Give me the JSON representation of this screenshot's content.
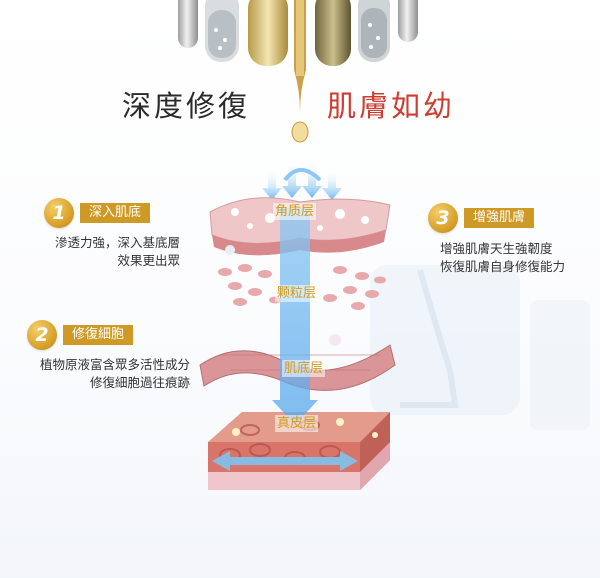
{
  "headline": {
    "left": "深度修復",
    "right": "肌膚如幼"
  },
  "callouts": [
    {
      "number": "1",
      "title": "深入肌底",
      "lines": [
        "滲透力強，深入基底層",
        "效果更出眾"
      ]
    },
    {
      "number": "2",
      "title": "修復細胞",
      "lines": [
        "植物原液富含眾多活性成分",
        "修復細胞過往痕跡"
      ]
    },
    {
      "number": "3",
      "title": "增強肌膚",
      "lines": [
        "增強肌膚天生強韌度",
        "恢復肌膚自身修復能力"
      ]
    }
  ],
  "layers": {
    "l1": "角质层",
    "l2": "颗粒层",
    "l3": "肌底层",
    "l4": "真皮层"
  },
  "colors": {
    "accent_gold": "#cf9926",
    "headline_red": "#cf3c31",
    "arrow_blue": "#6ab4ee",
    "skin_pink": "#e9b1b1"
  }
}
